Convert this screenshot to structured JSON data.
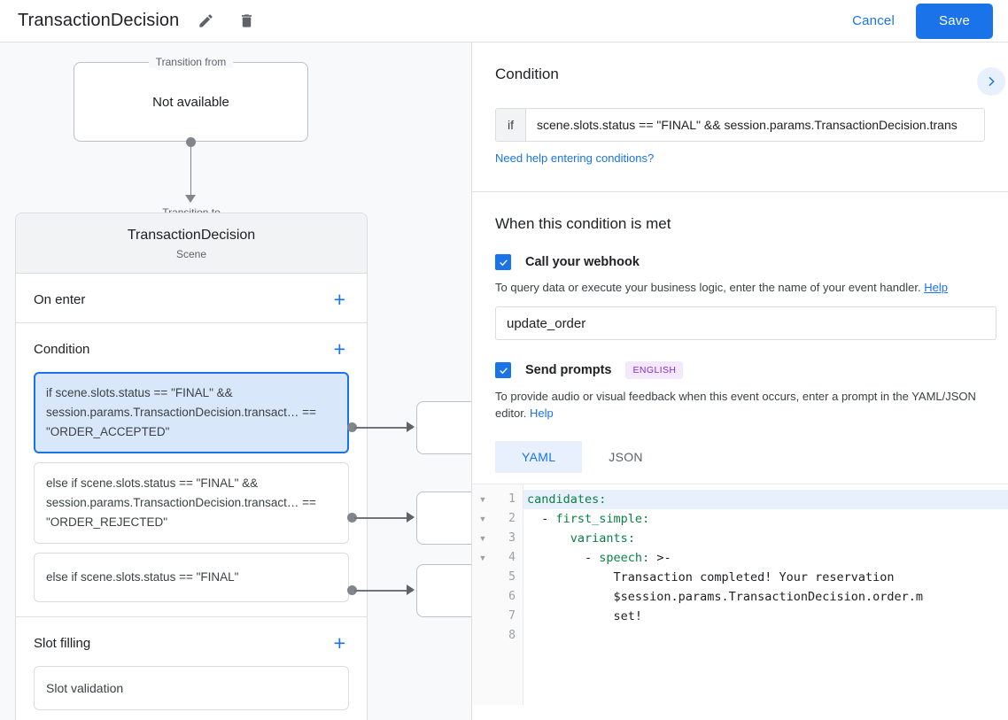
{
  "topbar": {
    "title": "TransactionDecision",
    "edit_icon": "pencil-icon",
    "delete_icon": "trash-icon",
    "cancel_label": "Cancel",
    "save_label": "Save",
    "accent_color": "#1a73e8"
  },
  "canvas": {
    "transition_from": {
      "legend": "Transition from",
      "value": "Not available"
    },
    "transition_to": {
      "legend": "Transition to",
      "name": "TransactionDecision",
      "type": "Scene"
    },
    "sections": [
      {
        "title": "On enter",
        "add_label": "+"
      },
      {
        "title": "Condition",
        "add_label": "+"
      },
      {
        "title": "Slot filling",
        "add_label": "+"
      }
    ],
    "conditions": [
      {
        "text": "if scene.slots.status == \"FINAL\" && session.params.TransactionDecision.transact… == \"ORDER_ACCEPTED\"",
        "selected": true
      },
      {
        "text": "else if scene.slots.status == \"FINAL\" && session.params.TransactionDecision.transact… == \"ORDER_REJECTED\"",
        "selected": false
      },
      {
        "text": "else if scene.slots.status == \"FINAL\"",
        "selected": false
      }
    ],
    "slot_filling_items": [
      {
        "text": "Slot validation"
      }
    ]
  },
  "panel": {
    "condition_header": "Condition",
    "expand_icon": "chevron-right-icon",
    "if_label": "if",
    "condition_value": "scene.slots.status == \"FINAL\" && session.params.TransactionDecision.trans",
    "condition_placeholder": "Enter a condition",
    "help_conditions_link": "Need help entering conditions?",
    "when_met_header": "When this condition is met",
    "webhook": {
      "checked": true,
      "label": "Call your webhook",
      "description": "To query data or execute your business logic, enter the name of your event handler.",
      "help_label": "Help",
      "handler_value": "update_order",
      "handler_placeholder": "Enter event handler name"
    },
    "prompts": {
      "checked": true,
      "label": "Send prompts",
      "language_badge": "ENGLISH",
      "badge_bg": "#f3e8fd",
      "badge_fg": "#8430ce",
      "description": "To provide audio or visual feedback when this event occurs, enter a prompt in the YAML/JSON editor.",
      "help_label": "Help",
      "tabs": [
        {
          "label": "YAML",
          "active": true
        },
        {
          "label": "JSON",
          "active": false
        }
      ]
    },
    "editor": {
      "language": "YAML",
      "line_numbers": [
        "1",
        "2",
        "3",
        "4",
        "5",
        "6",
        "7",
        "8"
      ],
      "fold_lines": [
        1,
        2,
        3,
        4
      ],
      "highlight_line": 1,
      "lines": [
        "candidates:",
        "  - first_simple:",
        "      variants:",
        "        - speech: >-",
        "            Transaction completed! Your reservation",
        "            $session.params.TransactionDecision.order.m",
        "            set!",
        ""
      ]
    }
  }
}
